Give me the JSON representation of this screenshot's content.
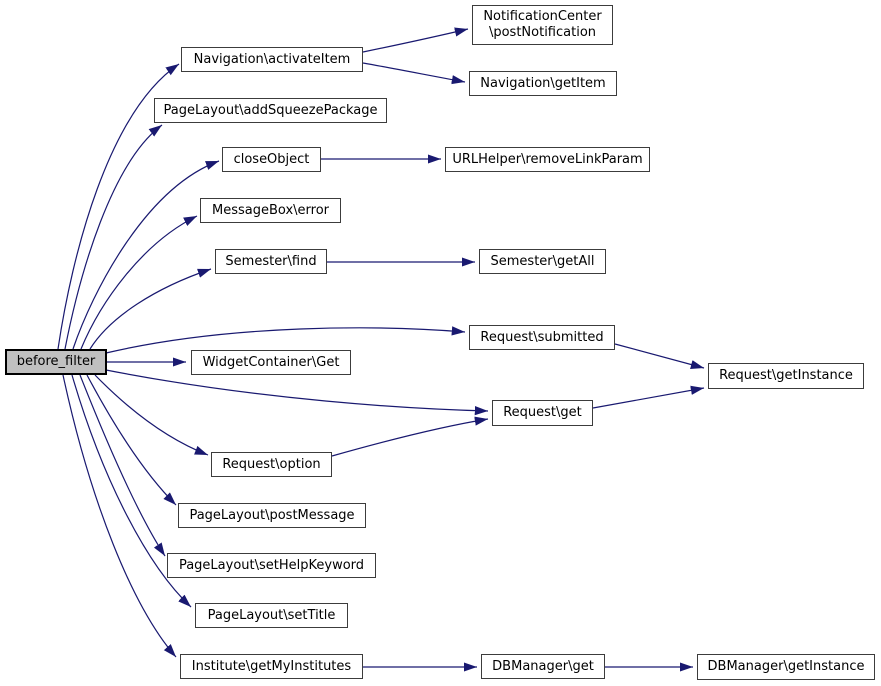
{
  "diagram": {
    "type": "call-graph",
    "colors": {
      "background": "#ffffff",
      "edge": "#191970",
      "node_border": "#3c3c3c",
      "node_fill": "#ffffff",
      "root_fill": "#c0c0c0",
      "text": "#000000"
    },
    "nodes": {
      "before_filter": {
        "label": "before_filter"
      },
      "activate_item": {
        "label": "Navigation\\activateItem"
      },
      "post_notification": {
        "line1": "NotificationCenter",
        "line2": "\\postNotification"
      },
      "get_item": {
        "label": "Navigation\\getItem"
      },
      "add_squeeze_package": {
        "label": "PageLayout\\addSqueezePackage"
      },
      "close_object": {
        "label": "closeObject"
      },
      "remove_link_param": {
        "label": "URLHelper\\removeLinkParam"
      },
      "message_box_error": {
        "label": "MessageBox\\error"
      },
      "semester_find": {
        "label": "Semester\\find"
      },
      "semester_get_all": {
        "label": "Semester\\getAll"
      },
      "request_submitted": {
        "label": "Request\\submitted"
      },
      "request_get_instance": {
        "label": "Request\\getInstance"
      },
      "widget_container_get": {
        "label": "WidgetContainer\\Get"
      },
      "request_get": {
        "label": "Request\\get"
      },
      "request_option": {
        "label": "Request\\option"
      },
      "page_layout_post_message": {
        "label": "PageLayout\\postMessage"
      },
      "page_layout_set_help_keyword": {
        "label": "PageLayout\\setHelpKeyword"
      },
      "page_layout_set_title": {
        "label": "PageLayout\\setTitle"
      },
      "institute_get_my_institutes": {
        "label": "Institute\\getMyInstitutes"
      },
      "db_manager_get": {
        "label": "DBManager\\get"
      },
      "db_manager_get_instance": {
        "label": "DBManager\\getInstance"
      }
    },
    "edges": [
      {
        "from": "before_filter",
        "to": "activate_item"
      },
      {
        "from": "before_filter",
        "to": "add_squeeze_package"
      },
      {
        "from": "before_filter",
        "to": "close_object"
      },
      {
        "from": "before_filter",
        "to": "message_box_error"
      },
      {
        "from": "before_filter",
        "to": "semester_find"
      },
      {
        "from": "before_filter",
        "to": "request_submitted"
      },
      {
        "from": "before_filter",
        "to": "widget_container_get"
      },
      {
        "from": "before_filter",
        "to": "request_get"
      },
      {
        "from": "before_filter",
        "to": "request_option"
      },
      {
        "from": "before_filter",
        "to": "page_layout_post_message"
      },
      {
        "from": "before_filter",
        "to": "page_layout_set_help_keyword"
      },
      {
        "from": "before_filter",
        "to": "page_layout_set_title"
      },
      {
        "from": "before_filter",
        "to": "institute_get_my_institutes"
      },
      {
        "from": "activate_item",
        "to": "post_notification"
      },
      {
        "from": "activate_item",
        "to": "get_item"
      },
      {
        "from": "close_object",
        "to": "remove_link_param"
      },
      {
        "from": "semester_find",
        "to": "semester_get_all"
      },
      {
        "from": "request_submitted",
        "to": "request_get_instance"
      },
      {
        "from": "request_get",
        "to": "request_get_instance"
      },
      {
        "from": "request_option",
        "to": "request_get"
      },
      {
        "from": "institute_get_my_institutes",
        "to": "db_manager_get"
      },
      {
        "from": "db_manager_get",
        "to": "db_manager_get_instance"
      }
    ]
  }
}
